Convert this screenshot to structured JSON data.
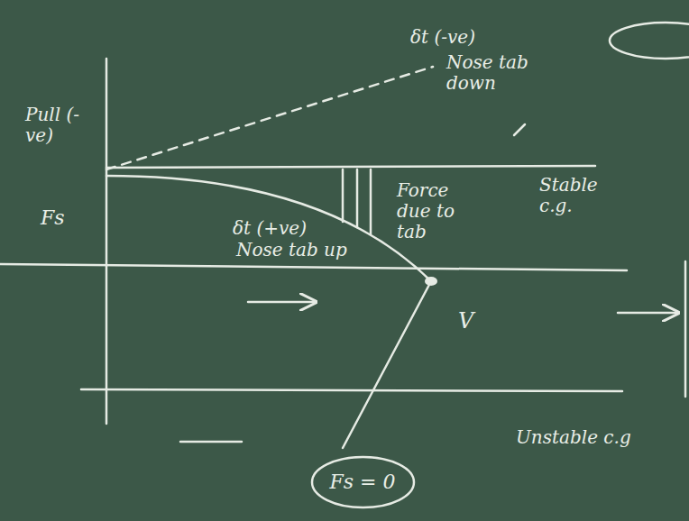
{
  "diagram": {
    "nodes": [
      {
        "text": [
          "Fs = 0"
        ]
      }
    ],
    "edges": [],
    "labels": [
      "δt (-ve)",
      "Nose tab down",
      "Pull (-ve)",
      "Fs",
      "δt (+ve)",
      "Nose tab up",
      "Stable c.g.",
      "Force due to tab",
      "V",
      "Unstable c.g"
    ]
  }
}
